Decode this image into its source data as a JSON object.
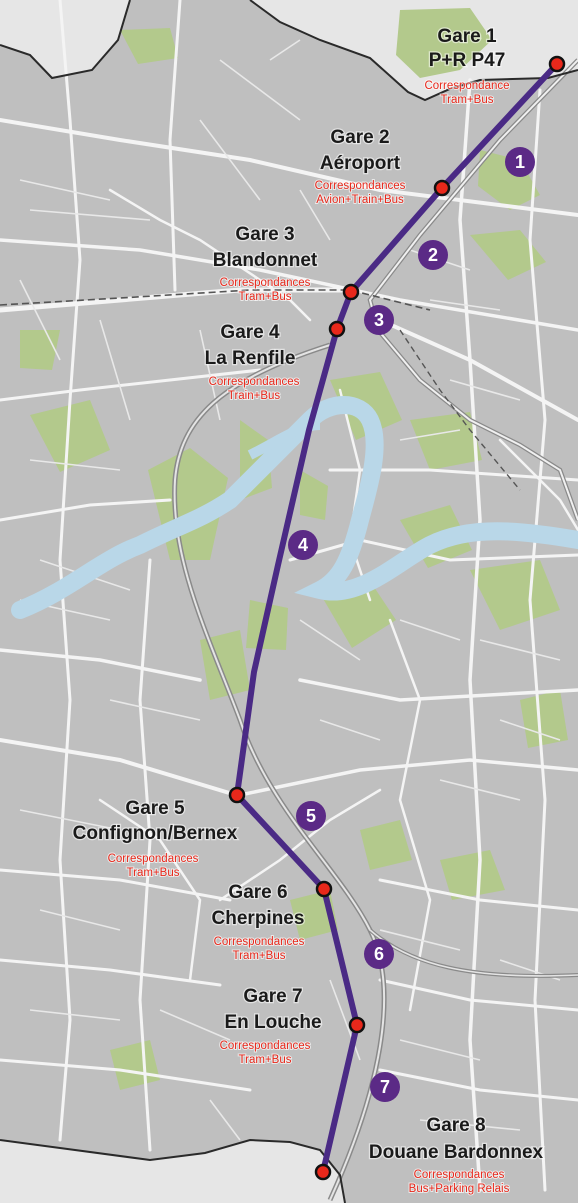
{
  "colors": {
    "land": "#bfbfbf",
    "road": "#f4f4f4",
    "water": "#b9d7e8",
    "park": "#b3c98c",
    "line": "#4a2a85",
    "station_fill": "#e8281b",
    "note_text": "#e8281b",
    "section_badge": "#5b2a86",
    "border": "#2a2a2a",
    "outside": "#e9e9e9"
  },
  "stations": [
    {
      "title": "Gare 1",
      "name": "P+R P47",
      "note1": "Correspondance",
      "note2": "Tram+Bus"
    },
    {
      "title": "Gare 2",
      "name": "Aéroport",
      "note1": "Correspondances",
      "note2": "Avion+Train+Bus"
    },
    {
      "title": "Gare 3",
      "name": "Blandonnet",
      "note1": "Correspondances",
      "note2": "Tram+Bus"
    },
    {
      "title": "Gare 4",
      "name": "La Renfile",
      "note1": "Correspondances",
      "note2": "Train+Bus"
    },
    {
      "title": "Gare 5",
      "name": "Confignon/Bernex",
      "note1": "Correspondances",
      "note2": "Tram+Bus"
    },
    {
      "title": "Gare 6",
      "name": "Cherpines",
      "note1": "Correspondances",
      "note2": "Tram+Bus"
    },
    {
      "title": "Gare 7",
      "name": "En Louche",
      "note1": "Correspondances",
      "note2": "Tram+Bus"
    },
    {
      "title": "Gare 8",
      "name": "Douane Bardonnex",
      "note1": "Correspondances",
      "note2": "Bus+Parking Relais"
    }
  ],
  "sections": [
    "1",
    "2",
    "3",
    "4",
    "5",
    "6",
    "7"
  ]
}
